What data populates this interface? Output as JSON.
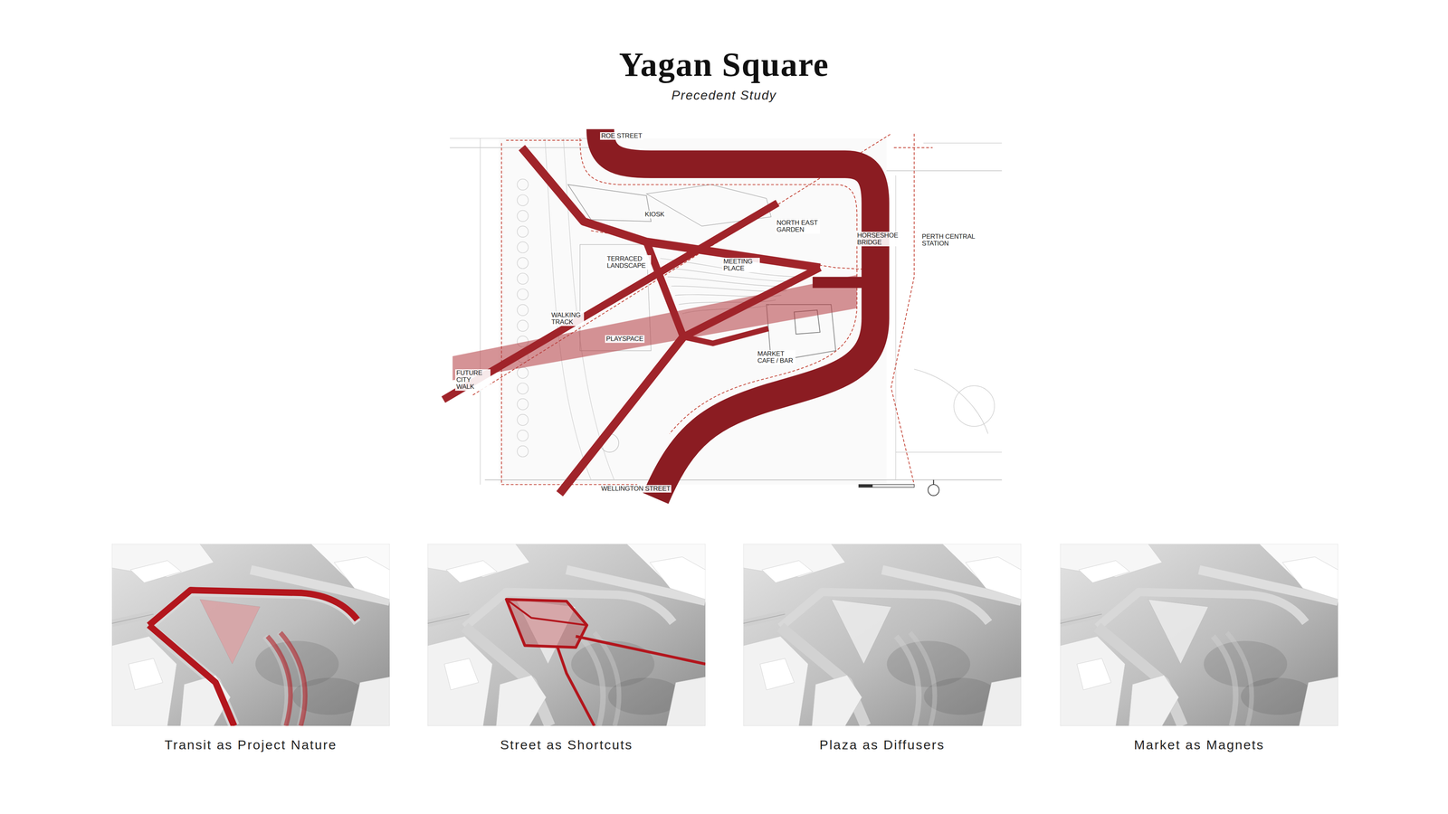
{
  "diagram": {
    "title": "Yagan Square",
    "caption": "Precedent Study",
    "nodes": [
      {
        "text": [
          "Transit as Project Nature"
        ]
      },
      {
        "text": [
          "Street as Shortcuts"
        ]
      },
      {
        "text": [
          "Plaza as Diffusers"
        ]
      },
      {
        "text": [
          "Market as Magnets"
        ]
      }
    ],
    "labels": [
      "ROE STREET",
      "KIOSK",
      "NORTH EAST GARDEN",
      "HORSESHOE BRIDGE",
      "PERTH CENTRAL STATION",
      "TERRACED LANDSCAPE",
      "MEETING PLACE",
      "WALKING TRACK",
      "PLAYSPACE",
      "MARKET CAFE / BAR",
      "FUTURE CITY WALK",
      "WELLINGTON STREET"
    ]
  }
}
